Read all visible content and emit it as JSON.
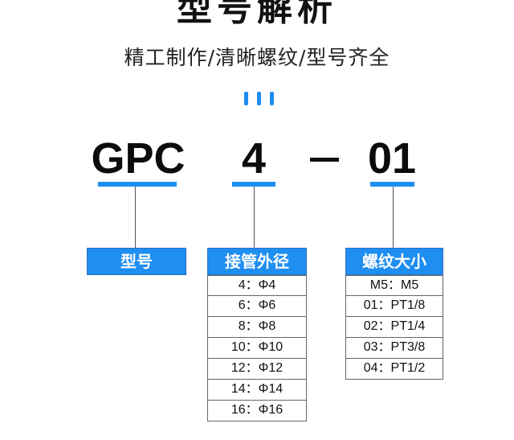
{
  "header": {
    "title": "型号解析",
    "subtitle": "精工制作/清晰螺纹/型号齐全"
  },
  "model_code": {
    "part1": "GPC",
    "part2": "4",
    "part3": "01"
  },
  "columns": {
    "model": {
      "label": "型号"
    },
    "tube_od": {
      "label": "接管外径",
      "rows": [
        "4：Φ4",
        "6：Φ6",
        "8：Φ8",
        "10：Φ10",
        "12：Φ12",
        "14：Φ14",
        "16：Φ16"
      ]
    },
    "thread": {
      "label": "螺纹大小",
      "rows": [
        "M5：M5",
        "01：PT1/8",
        "02：PT1/4",
        "03：PT3/8",
        "04：PT1/2"
      ]
    }
  },
  "colors": {
    "accent": "#1f8ef1",
    "text": "#111111"
  }
}
